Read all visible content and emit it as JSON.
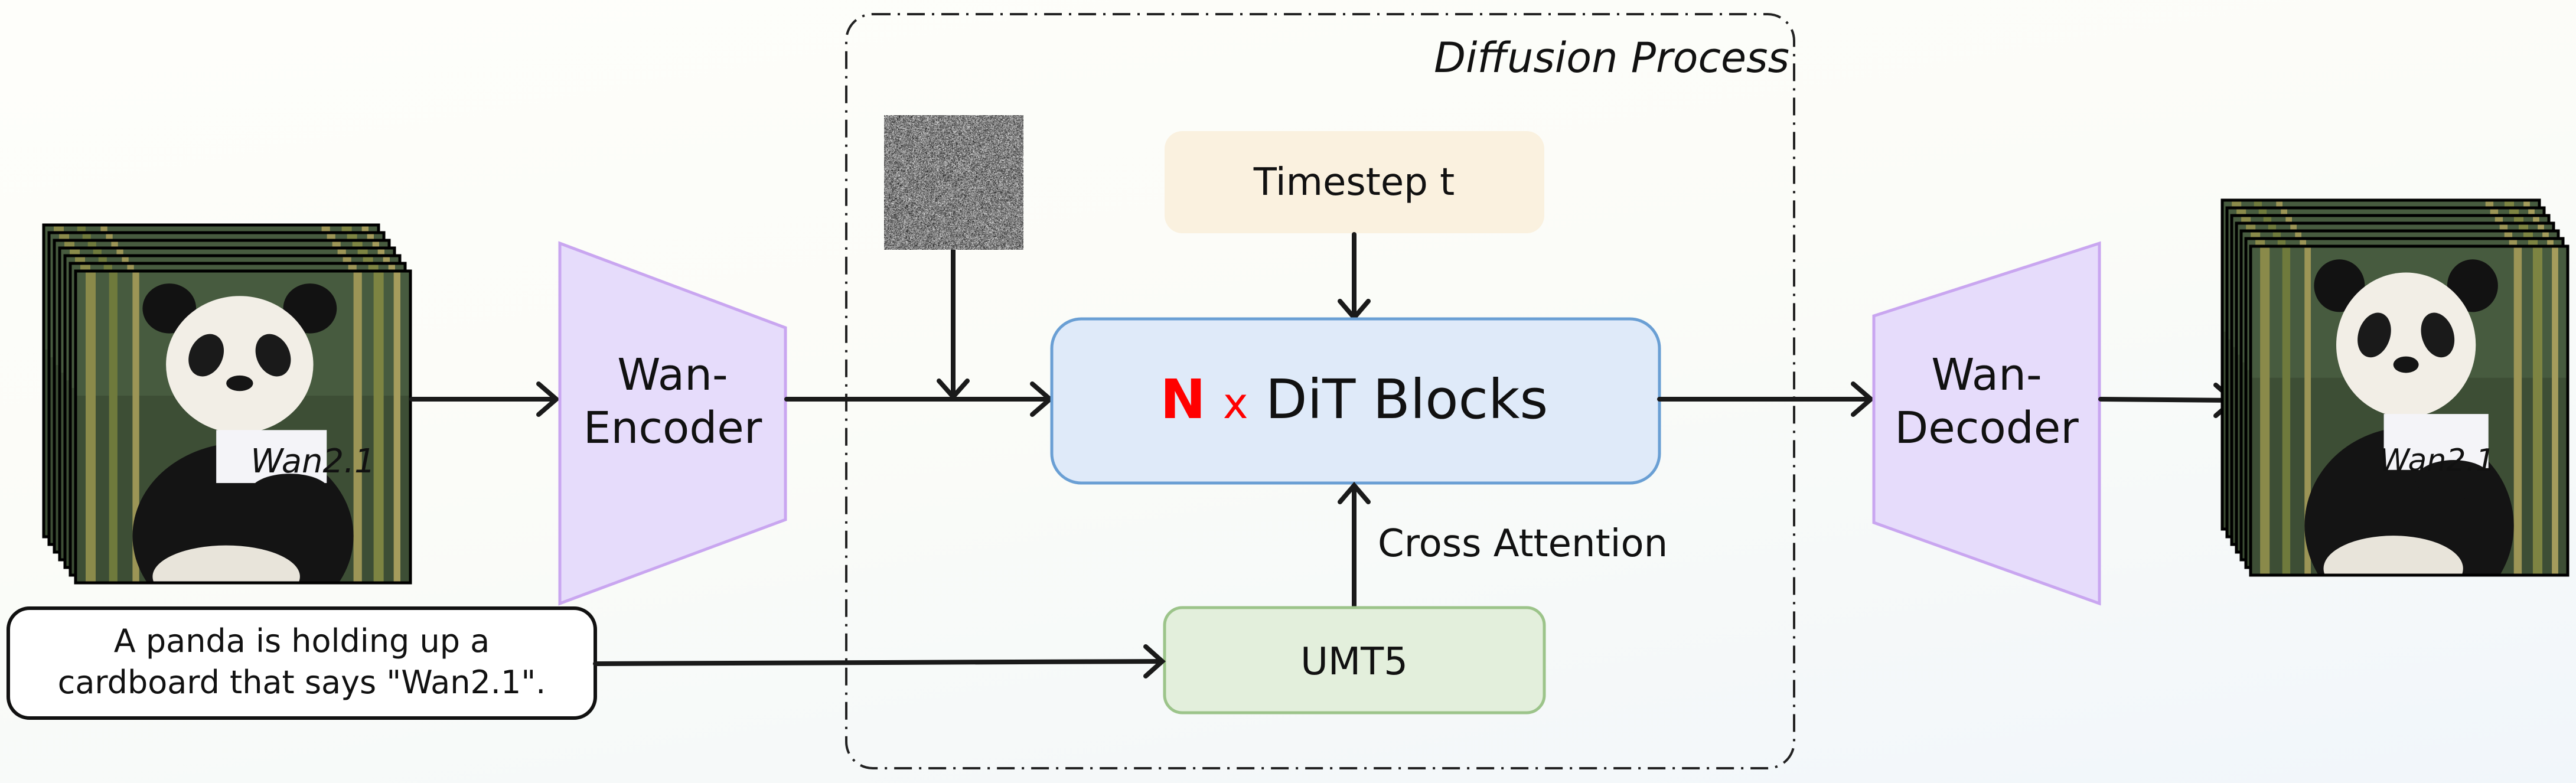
{
  "diagram": {
    "input_video": {
      "sign_text": "Wan2.1"
    },
    "prompt_text": {
      "line1": "A panda is holding up a",
      "line2": "cardboard that says \"Wan2.1\"."
    },
    "encoder": {
      "line1": "Wan-",
      "line2": "Encoder"
    },
    "diffusion_process": {
      "title": "Diffusion Process"
    },
    "timestep": {
      "label": "Timestep t"
    },
    "dit_blocks": {
      "n": "N",
      "times": "x",
      "label": "DiT Blocks"
    },
    "cross_attention": {
      "label": "Cross Attention"
    },
    "text_encoder": {
      "label": "UMT5"
    },
    "decoder": {
      "line1": "Wan-",
      "line2": "Decoder"
    },
    "output_video": {
      "sign_text": "Wan2.1"
    }
  },
  "colors": {
    "encoder_fill": "#e6dcfb",
    "encoder_stroke": "#c9a6f0",
    "timestep_fill": "#faf1df",
    "dit_fill": "#dfeaf9",
    "dit_stroke": "#6a9fd4",
    "umt5_fill": "#e3efdc",
    "umt5_stroke": "#9cc48a",
    "accent_red": "#ff0000"
  }
}
